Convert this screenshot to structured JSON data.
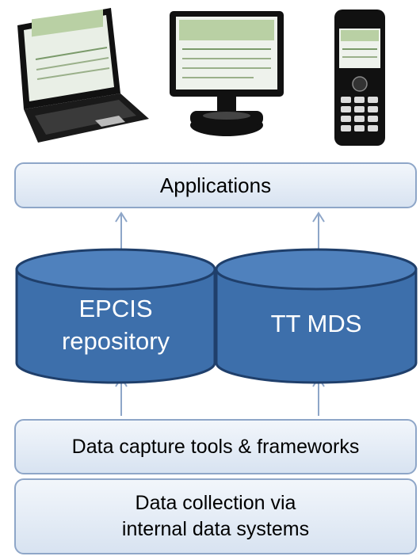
{
  "devices": [
    "laptop-icon",
    "desktop-monitor-icon",
    "mobile-phone-icon"
  ],
  "layers": {
    "applications": "Applications",
    "repositories": [
      {
        "line1": "EPCIS",
        "line2": "repository"
      },
      {
        "line1": "TT MDS",
        "line2": ""
      }
    ],
    "capture": "Data capture tools & frameworks",
    "collection": {
      "line1": "Data collection via",
      "line2": "internal data systems"
    }
  },
  "colors": {
    "cylinder_fill": "#3d6fab",
    "cylinder_stroke": "#1f3f6b",
    "box_border": "#8ea6c8",
    "arrow": "#8ea6c8"
  }
}
